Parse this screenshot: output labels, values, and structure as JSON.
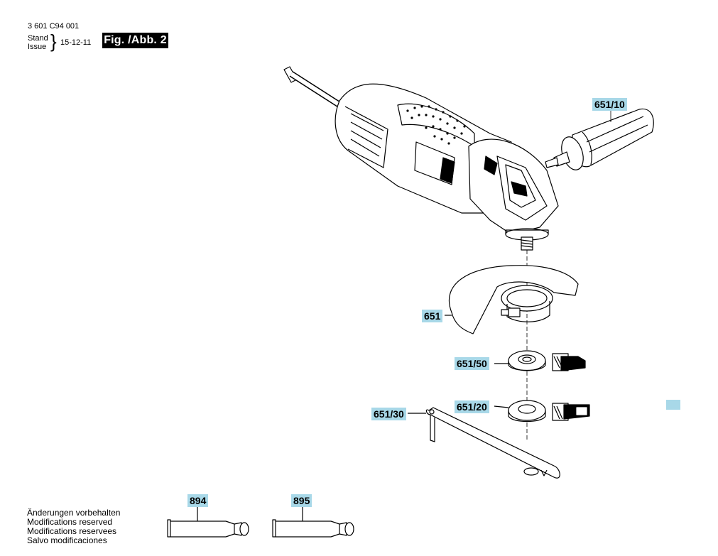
{
  "header": {
    "doc_number": "3 601 C94 001",
    "stand_label": "Stand",
    "issue_label": "Issue",
    "date": "15-12-11",
    "figure_label": "Fig. /Abb. 2"
  },
  "parts": [
    {
      "id": "p1",
      "label": "651/10"
    },
    {
      "id": "p2",
      "label": "651"
    },
    {
      "id": "p3",
      "label": "651/50"
    },
    {
      "id": "p4",
      "label": "651/20"
    },
    {
      "id": "p5",
      "label": "651/30"
    },
    {
      "id": "p6",
      "label": "894"
    },
    {
      "id": "p7",
      "label": "895"
    }
  ],
  "notes": [
    "Änderungen vorbehalten",
    "Modifications reserved",
    "Modifications reservees",
    "Salvo modificaciones"
  ],
  "colors": {
    "label_bg": "#a8d8e8",
    "ink": "#000000"
  }
}
